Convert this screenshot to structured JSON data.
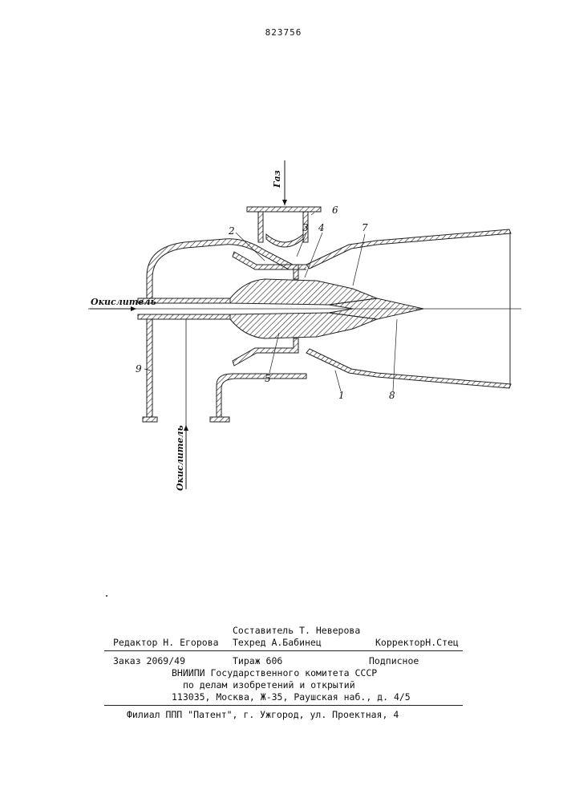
{
  "page": {
    "number": "823756"
  },
  "drawing": {
    "inlet_gas": "Газ",
    "inlet_oxidizer_axial": "Окислитель",
    "inlet_oxidizer_bottom": "Окислитель",
    "labels": [
      "1",
      "2",
      "3",
      "4",
      "5",
      "6",
      "7",
      "8",
      "9"
    ]
  },
  "footer": {
    "compiler": "Составитель Т. Неверова",
    "editor": "Редактор Н. Егорова",
    "techred": "Техред А.Бабинец",
    "corrector": "КорректорН.Стец",
    "order": "Заказ 2069/49",
    "circulation": "Тираж 606",
    "subscription": "Подписное",
    "org_line1": "ВНИИПИ Государственного комитета СССР",
    "org_line2": "по делам изобретений и открытий",
    "org_address": "113035, Москва, Ж-35, Раушская наб., д. 4/5",
    "branch": "Филиал ППП \"Патент\", г. Ужгород, ул. Проектная, 4"
  }
}
